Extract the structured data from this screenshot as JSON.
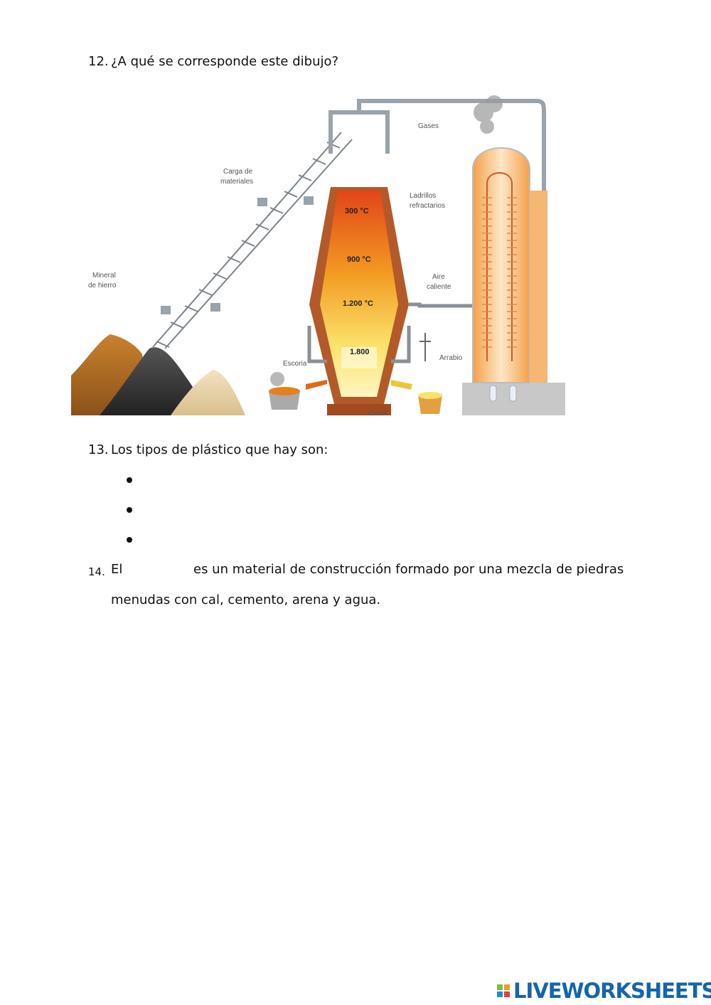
{
  "questions": {
    "q12": {
      "number": "12.",
      "text": "¿A qué se corresponde este dibujo?"
    },
    "q13": {
      "number": "13.",
      "text": "Los tipos de plástico que hay son:"
    },
    "q14": {
      "number": "14.",
      "before": "El",
      "after": "es un material de construcción formado por una mezcla de piedras",
      "line2": "menudas con cal, cemento, arena y agua."
    }
  },
  "figure": {
    "labels": {
      "gases": "Gases",
      "carga": "Carga de",
      "carga2": "materiales",
      "ladrillos": "Ladrillos",
      "ladrillos2": "refractarios",
      "mineral": "Mineral",
      "mineral2": "de hierro",
      "aire": "Aire",
      "aire2": "caliente",
      "escoria": "Escoria",
      "arrabio": "Arrabio",
      "crisol": "Crisol"
    },
    "temperatures": [
      "300 °C",
      "900 °C",
      "1.200 °C",
      "1.800"
    ]
  },
  "branding": {
    "logo": "LIVEWORKSHEETS"
  }
}
